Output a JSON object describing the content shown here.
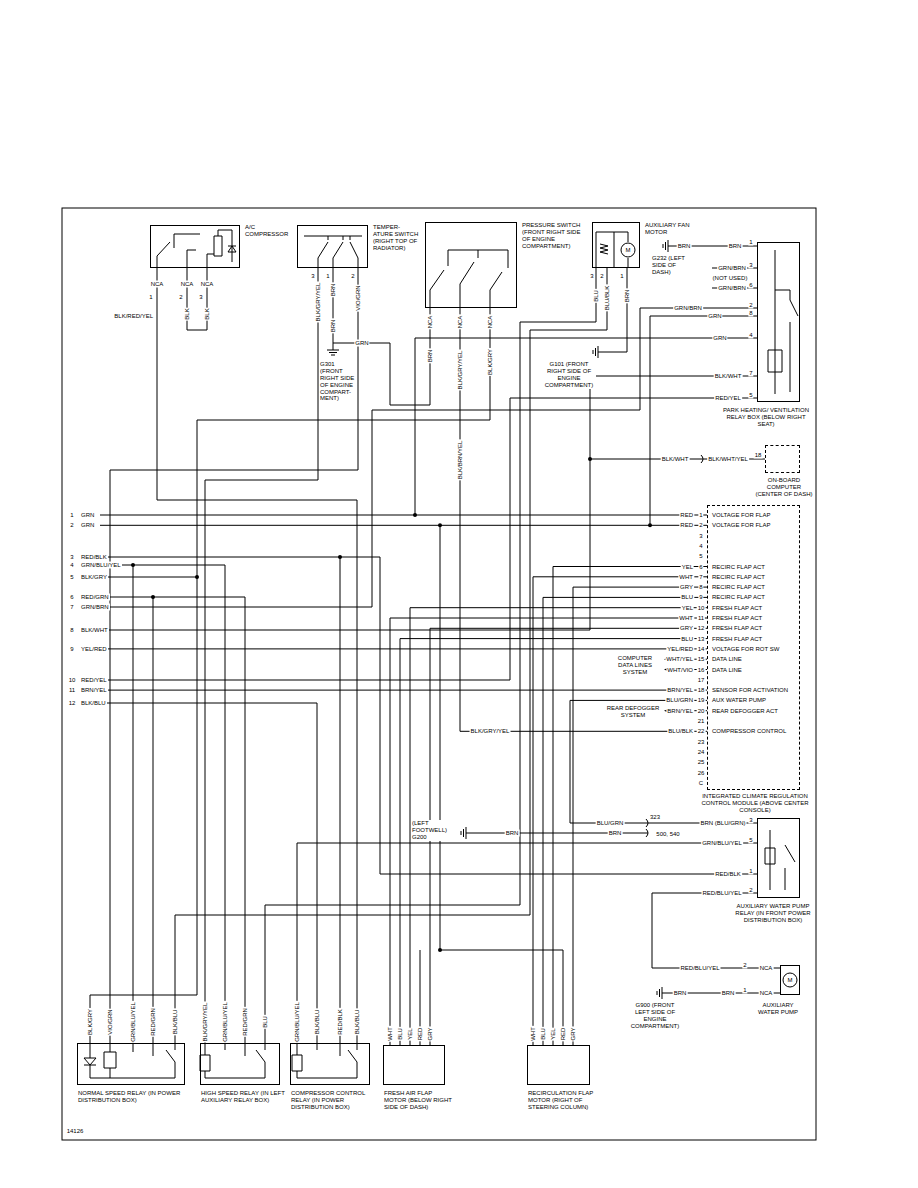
{
  "diagram": {
    "nodes": [
      {
        "text": [
          "A/C COMPRESSOR"
        ]
      },
      {
        "text": [
          "TEMPER- ATURE SWITCH (RIGHT TOP OF RADIATOR)"
        ]
      },
      {
        "text": [
          "PRESSURE SWITCH (FRONT RIGHT SIDE OF ENGINE COMPARTMENT)"
        ]
      },
      {
        "text": [
          "AUXILIARY FAN MOTOR"
        ]
      },
      {
        "text": [
          "PARK HEATING/ VENTILATION RELAY BOX (BELOW RIGHT SEAT)"
        ]
      },
      {
        "text": [
          "ON-BOARD COMPUTER (CENTER OF DASH)"
        ]
      },
      {
        "text": [
          "INTEGRATED CLIMATE REGULATION CONTROL MODULE (ABOVE CENTER CONSOLE)"
        ]
      },
      {
        "text": [
          "AUXILIARY WATER PUMP RELAY (IN FRONT POWER DISTRIBUTION BOX)"
        ]
      },
      {
        "text": [
          "AUXILIARY WATER PUMP"
        ]
      },
      {
        "text": [
          "NORMAL SPEED RELAY (IN POWER DISTRIBUTION BOX)"
        ]
      },
      {
        "text": [
          "HIGH SPEED RELAY (IN LEFT AUXILIARY RELAY BOX)"
        ]
      },
      {
        "text": [
          "COMPRESSOR CONTROL RELAY (IN POWER DISTRIBUTION BOX)"
        ]
      },
      {
        "text": [
          "FRESH AIR FLAP MOTOR (BELOW RIGHT SIDE OF DASH)"
        ]
      },
      {
        "text": [
          "RECIRCULATION FLAP MOTOR (RIGHT OF STEERING COLUMN)"
        ]
      }
    ],
    "edges": [
      {
        "from": 0,
        "to": 11,
        "arrow": "none"
      },
      {
        "from": 1,
        "to": 10,
        "arrow": "none"
      },
      {
        "from": 2,
        "to": 6,
        "arrow": "none"
      },
      {
        "from": 2,
        "to": 9,
        "arrow": "none"
      },
      {
        "from": 3,
        "to": 10,
        "arrow": "none"
      },
      {
        "from": 3,
        "to": 9,
        "arrow": "none"
      },
      {
        "from": 4,
        "to": 5,
        "arrow": "none"
      },
      {
        "from": 6,
        "to": 12,
        "arrow": "none"
      },
      {
        "from": 6,
        "to": 13,
        "arrow": "none"
      },
      {
        "from": 6,
        "to": 7,
        "arrow": "none"
      },
      {
        "from": 7,
        "to": 8,
        "arrow": "none"
      },
      {
        "from": 7,
        "to": 11,
        "arrow": "none"
      }
    ],
    "labels": [
      "NCA",
      "1",
      "NCA",
      "2",
      "NCA",
      "3",
      "BLK/RED/YEL",
      "BLK",
      "BLK",
      "3",
      "1",
      "2",
      "BLK/GRY/YEL",
      "BRN",
      "VIO/GRN",
      "BRN",
      "GRN",
      "G301 (FRONT RIGHT SIDE OF ENGINE COMPART- MENT)",
      "NCA",
      "NCA",
      "NCA",
      "BRN",
      "BLK/GRY/YEL",
      "BLK/GRY",
      "BLK/BRN/YEL",
      "3",
      "2",
      "1",
      "BLU",
      "BLU/BLK",
      "BRN",
      "G101 (FRONT RIGHT SIDE OF ENGINE COMPARTMENT)",
      "BRN",
      "BRN",
      "1",
      "G232 (LEFT SIDE OF DASH)",
      "GRN/BRN",
      "3",
      "(NOT USED)",
      "GRN/BRN",
      "6",
      "GRN/BRN",
      "2",
      "GRN",
      "8",
      "GRN",
      "4",
      "BLK/WHT",
      "7",
      "RED/YEL",
      "5",
      "BLK/WHT",
      "BLK/WHT/YEL",
      "18",
      "1",
      "GRN",
      "2",
      "GRN",
      "3",
      "RED/BLK",
      "4",
      "GRN/BLU/YEL",
      "5",
      "BLK/GRY",
      "6",
      "RED/GRN",
      "7",
      "GRN/BRN",
      "8",
      "BLK/WHT",
      "9",
      "YEL/RED",
      "10",
      "RED/YEL",
      "11",
      "BRN/YEL",
      "12",
      "BLK/BLU",
      "RED",
      "1",
      "VOLTAGE FOR FLAP",
      "RED",
      "2",
      "VOLTAGE FOR FLAP",
      "3",
      "4",
      "5",
      "YEL",
      "6",
      "RECIRC FLAP ACT",
      "WHT",
      "7",
      "RECIRC FLAP ACT",
      "GRY",
      "8",
      "RECIRC FLAP ACT",
      "BLU",
      "9",
      "RECIRC FLAP ACT",
      "YEL",
      "10",
      "FRESH FLAP ACT",
      "WHT",
      "11",
      "FRESH FLAP ACT",
      "GRY",
      "12",
      "FRESH FLAP ACT",
      "BLU",
      "13",
      "FRESH FLAP ACT",
      "YEL/RED",
      "14",
      "VOLTAGE FOR ROT SW",
      "WHT/YEL",
      "15",
      "DATA LINE",
      "WHT/VIO",
      "16",
      "DATA LINE",
      "17",
      "BRN/YEL",
      "18",
      "SENSOR FOR ACTIVATION",
      "BLU/GRN",
      "19",
      "AUX WATER PUMP",
      "BRN/YEL",
      "20",
      "REAR DEFOGGER ACT",
      "21",
      "BLU/BLK",
      "22",
      "COMPRESSOR CONTROL",
      "23",
      "24",
      "25",
      "26",
      "C",
      "COMPUTER DATA LINES SYSTEM",
      "REAR DEFOGGER SYSTEM",
      "BLK/GRY/YEL",
      "BLU/GRN",
      "323",
      "BRN",
      "BRN",
      "500, 540",
      "(LEFT FOOTWELL) G200",
      "BRN (BLU/GRN)",
      "3",
      "GRN/BLU/YEL",
      "5",
      "RED/BLK",
      "1",
      "RED/BLU/YEL",
      "2",
      "RED/BLU/YEL",
      "2",
      "NCA",
      "BRN",
      "BRN",
      "1",
      "NCA",
      "G900 (FRONT LEFT SIDE OF ENGINE COMPARTMENT)",
      "M",
      "M",
      "BLK/GRY",
      "VIO/GRN",
      "GRN/BLU/YEL",
      "RED/GRN",
      "BLK/BLU",
      "BLK/GRY/YEL",
      "GRN/BLU/YEL",
      "RED/GRN",
      "BLU",
      "GRN/BLU/YEL",
      "BLK/BLU",
      "RED/BLK",
      "BLK/BLU",
      "WHT",
      "BLU",
      "YEL",
      "RED",
      "GRY",
      "WHT",
      "BLU",
      "YEL",
      "RED",
      "GRY",
      "14126"
    ]
  }
}
